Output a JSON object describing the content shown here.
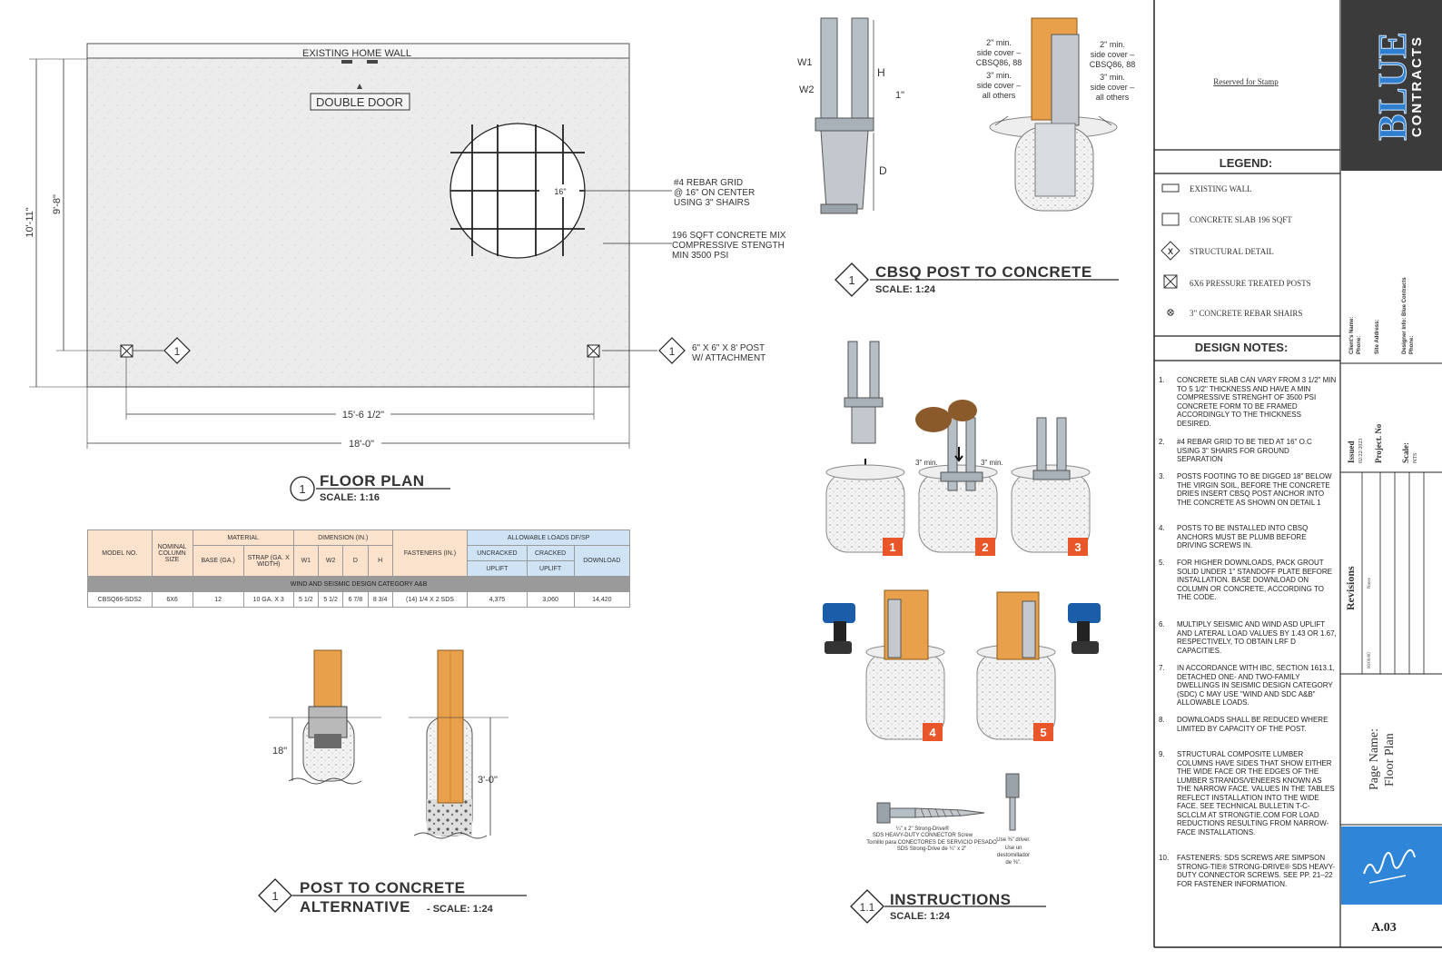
{
  "floor_plan": {
    "wall_label": "EXISTING HOME WALL",
    "door_label": "DOUBLE DOOR",
    "rebar_note": [
      "#4 REBAR GRID",
      "@ 16\" ON CENTER",
      "USING 3\" SHAIRS"
    ],
    "grid_dim": "16\"",
    "concrete_note": [
      "196 SQFT CONCRETE MIX",
      "COMPRESSIVE STENGTH",
      "MIN 3500 PSI"
    ],
    "post_note": [
      "6\" X 6\" X 8' POST",
      "W/ ATTACHMENT"
    ],
    "dim_height_outer": "10'-11\"",
    "dim_height_inner": "9'-8\"",
    "dim_width_inner": "15'-6 1/2\"",
    "dim_width_outer": "18'-0\"",
    "detail_tag": "1",
    "title": "FLOOR PLAN",
    "title_num": "1",
    "scale": "SCALE: 1:16"
  },
  "table": {
    "h_model": "MODEL NO.",
    "h_nominal": "NOMINAL COLUMN SIZE",
    "h_material": "MATERIAL",
    "h_dimension": "DIMENSION (IN.)",
    "h_fasteners": "FASTENERS (IN.)",
    "h_allowable": "ALLOWABLE LOADS DF/SP",
    "h_base": "BASE (GA.)",
    "h_strap": "STRAP (GA. X WIDTH)",
    "h_w1": "W1",
    "h_w2": "W2",
    "h_d": "D",
    "h_h": "H",
    "h_uncracked": "UNCRACKED",
    "h_cracked": "CRACKED",
    "h_download": "DOWNLOAD",
    "h_uplift1": "UPLIFT",
    "h_uplift2": "UPLIFT",
    "category": "WIND AND SEISMIC DESIGN CATEGORY A&B",
    "row": [
      "CBSQ66-SDS2",
      "6X6",
      "12",
      "10 GA. X 3",
      "5 1/2",
      "5 1/2",
      "6 7/8",
      "8 3/4",
      "(14) 1/4 X 2 SDS",
      "4,375",
      "3,060",
      "14,420"
    ]
  },
  "post_alt": {
    "dim_a": "18\"",
    "dim_b": "3'-0\"",
    "title_num": "1",
    "title_line1": "POST TO CONCRETE",
    "title_line2": "ALTERNATIVE",
    "scale": "- SCALE: 1:24"
  },
  "cbsq": {
    "w1": "W1",
    "w2": "W2",
    "h": "H",
    "d": "D",
    "one_in": "1\"",
    "cover_left": [
      "2\" min.",
      "side cover –",
      "CBSQ86, 88",
      "3\" min.",
      "side cover –",
      "all others"
    ],
    "cover_right": [
      "2\" min.",
      "side cover –",
      "CBSQ86, 88",
      "3\" min.",
      "side cover –",
      "all others"
    ],
    "title_num": "1",
    "title": "CBSQ POST TO CONCRETE",
    "scale": "SCALE: 1:24"
  },
  "instructions": {
    "steps": [
      "1",
      "2",
      "3",
      "4",
      "5"
    ],
    "min_left": "3\" min.",
    "min_right": "3\" min.",
    "screw_caption": [
      "¼\" x 2\" Strong-Drive®",
      "SDS HEAVY-DUTY CONNECTOR Screw",
      "Tornillo para CONECTORES DE SERVICIO PESADO",
      "SDS Strong-Drive de ¼\" x 2\""
    ],
    "driver_caption": [
      "Use ⅜\" driver.",
      "Use un",
      "destornillador",
      "de ⅜\"."
    ],
    "title_num": "1.1",
    "title": "INSTRUCTIONS",
    "scale": "SCALE: 1:24"
  },
  "sidebar": {
    "stamp": "Reserved for Stamp",
    "logo_main": "BLUE",
    "logo_sub": "CONTRACTS",
    "legend_title": "LEGEND:",
    "legend": [
      "EXISTING WALL",
      "CONCRETE SLAB 196 SQFT",
      "STRUCTURAL DETAIL",
      "6X6 PRESSURE TREATED POSTS",
      "3\" CONCRETE REBAR SHAIRS"
    ],
    "notes_title": "DESIGN NOTES:",
    "notes": [
      "CONCRETE SLAB CAN VARY FROM 3 1/2\" MIN TO 5 1/2\" THICKNESS AND HAVE A MIN COMPRESSIVE STRENGHT OF 3500 PSI CONCRETE FORM TO BE FRAMED ACCORDINGLY TO THE THICKNESS DESIRED.",
      "#4 REBAR GRID TO BE TIED AT 16\" O.C USING 3\" SHAIRS FOR GROUND SEPARATION",
      "POSTS FOOTING TO BE DIGGED 18\" BELOW THE VIRGIN SOIL, BEFORE THE CONCRETE DRIES INSERT CBSQ POST ANCHOR INTO THE CONCRETE AS SHOWN ON DETAIL 1",
      "POSTS TO BE INSTALLED INTO CBSQ ANCHORS MUST BE PLUMB BEFORE DRIVING SCREWS IN.",
      "FOR HIGHER DOWNLOADS, PACK GROUT SOLID UNDER 1\" STANDOFF PLATE BEFORE INSTALLATION. BASE DOWNLOAD ON COLUMN OR CONCRETE, ACCORDING TO THE CODE.",
      "MULTIPLY SEISMIC AND WIND ASD UPLIFT AND LATERAL LOAD VALUES BY 1.43 OR 1.67, RESPECTIVELY, TO OBTAIN LRF D CAPACITIES.",
      "IN ACCORDANCE WITH IBC, SECTION 1613.1, DETACHED ONE- AND TWO-FAMILY DWELLINGS IN SEISMIC DESIGN CATEGORY (SDC) C MAY USE \"WIND AND SDC A&B\" ALLOWABLE LOADS.",
      "DOWNLOADS SHALL BE REDUCED WHERE LIMITED BY CAPACITY OF THE POST.",
      "STRUCTURAL COMPOSITE LUMBER COLUMNS HAVE SIDES THAT SHOW EITHER THE WIDE FACE OR THE EDGES OF THE LUMBER STRANDS/VENEERS KNOWN AS THE NARROW FACE. VALUES IN THE TABLES REFLECT INSTALLATION INTO THE WIDE FACE. SEE TECHNICAL BULLETIN T-C-SCLCLM AT STRONGTIE.COM FOR LOAD REDUCTIONS RESULTING FROM NARROW-FACE INSTALLATIONS.",
      "FASTENERS: SDS SCREWS ARE SIMPSON STRONG-TIE® STRONG-DRIVE® SDS HEAVY-DUTY CONNECTOR SCREWS. SEE PP. 21–22 FOR FASTENER INFORMATION."
    ],
    "note_nums": [
      "1.",
      "2.",
      "3.",
      "4.",
      "5.",
      "6.",
      "7.",
      "8.",
      "9.",
      "10."
    ],
    "info_client": "Client's Name:",
    "info_phone": "Phone:",
    "info_site": "Site Address:",
    "info_designer": "Designer Info: Blue Contracts",
    "info_phone2": "Phone:",
    "issued": "Issued",
    "issued_date": "02/22/2023",
    "project_no": "Project. No",
    "scale_label": "Scale:",
    "scale_val": "NTS",
    "revisions": "Revisions",
    "rev_notes": "Notes",
    "rev_date": "00/00/00",
    "page_name_label": "Page Name:",
    "page_name": "Floor Plan",
    "sheet": "A.03"
  },
  "colors": {
    "step_badge": "#e8562a",
    "wood": "#e8a14a",
    "logo_blue": "#2f7fd1",
    "logo_bg": "#3b3b3b",
    "sig_bg": "#2f86d9",
    "table_peach": "#fbe2cc",
    "table_blue": "#cfe3f5"
  }
}
